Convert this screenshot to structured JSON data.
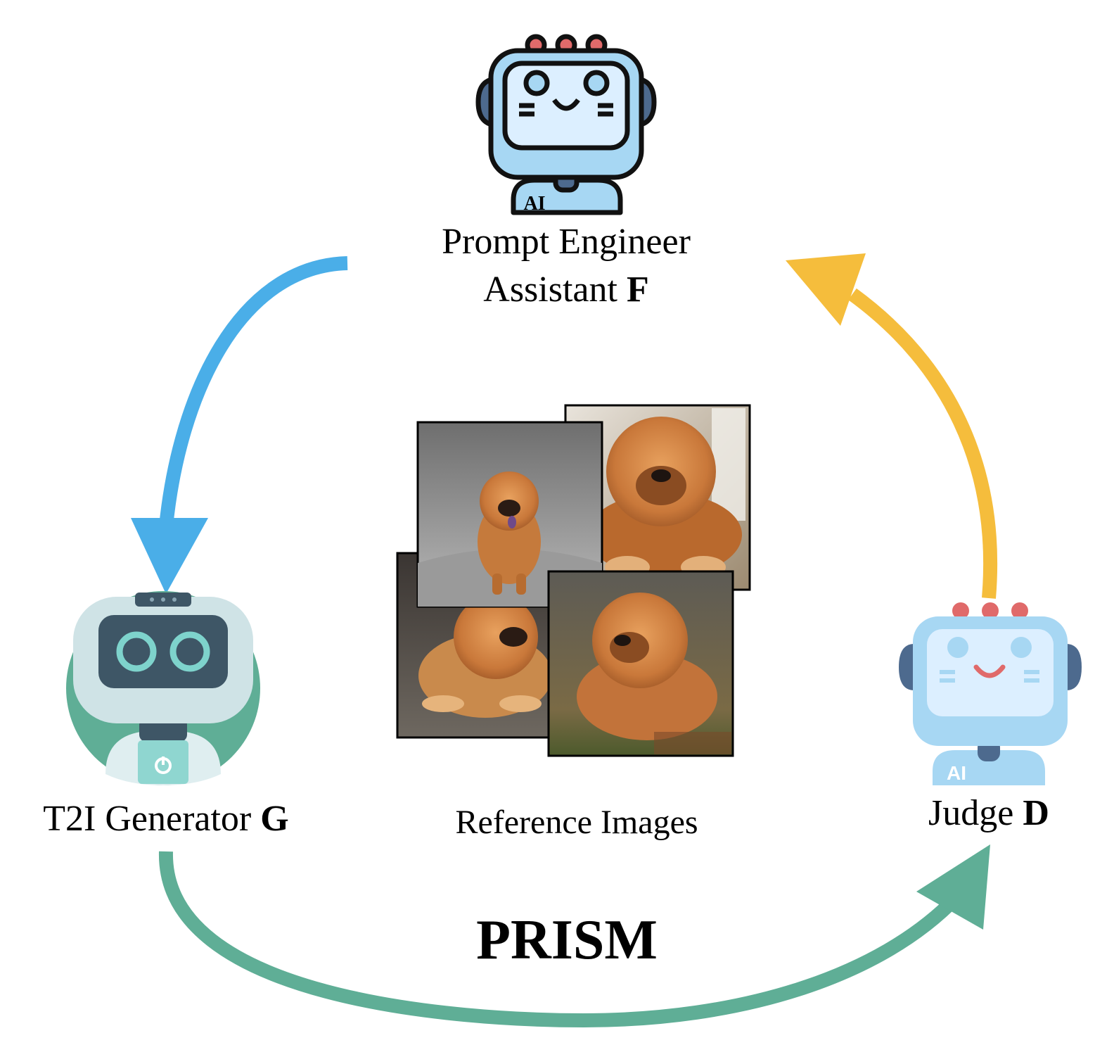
{
  "nodes": {
    "prompt_engineer": {
      "line1": "Prompt Engineer",
      "line2_text": "Assistant ",
      "line2_bold": "F",
      "badge": "AI",
      "icon": "robot-prompt-engineer-icon"
    },
    "generator": {
      "label_text": "T2I Generator ",
      "label_bold": "G",
      "icon": "robot-generator-icon"
    },
    "judge": {
      "label_text": "Judge ",
      "label_bold": "D",
      "badge": "AI",
      "icon": "robot-judge-icon"
    }
  },
  "reference": {
    "caption": "Reference Images",
    "image_icons": [
      "dog-photo-walking",
      "dog-photo-lying-closeup",
      "dog-photo-sitting-dark",
      "dog-photo-autumn"
    ]
  },
  "title": "PRISM",
  "colors": {
    "arrow_prompt_to_generator": "#4aaee8",
    "arrow_judge_to_prompt": "#f5bd3c",
    "arrow_generator_to_judge": "#5fae96",
    "robot_blue": "#a7d7f3",
    "robot_dark": "#4d6a8e",
    "robot_red": "#e06a6a",
    "generator_green": "#5fae96"
  }
}
